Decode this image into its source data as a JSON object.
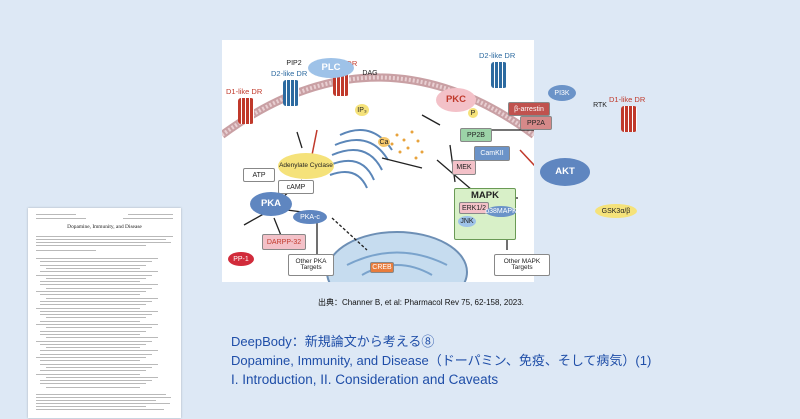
{
  "paper": {
    "title": "Dopamine, Immunity, and Disease"
  },
  "diagram": {
    "receptors": {
      "d1_left": "D1-like DR",
      "d2_left": "D2-like DR",
      "d1_top": "D1-like DR",
      "d2_right": "D2-like DR",
      "d1_right": "D1-like DR"
    },
    "nodes": {
      "pip2": "PIP2",
      "plc": "PLC",
      "dag": "DAG",
      "pkc": "PKC",
      "ip3": "IP₃",
      "pi3k": "PI3K",
      "rtk": "RTK",
      "beta_arrestin": "β-arrestin",
      "pp2a": "PP2A",
      "adenylate_cyclase": "Adenylate Cyclase",
      "atp": "ATP",
      "camp": "cAMP",
      "pp2b": "PP2B",
      "camkii": "CamKII",
      "mek": "MEK",
      "akt": "AKT",
      "pka": "PKA",
      "pka_c": "PKA-c",
      "darpp32": "DARPP-32",
      "pp1": "PP-1",
      "mapk": "MAPK",
      "erk12": "ERK1/2",
      "p38mapk": "p38MAPK",
      "jnk": "JNK",
      "gsk3": "GSK3α/β",
      "creb": "CREB",
      "other_pka": "Other PKA Targets",
      "other_mapk": "Other MAPK Targets",
      "p": "P",
      "ca": "Ca"
    }
  },
  "caption": "出典：Channer B, et al: Pharmacol Rev 75, 62-158, 2023.",
  "heading": {
    "line1": "DeepBody：新規論文から考える⑧",
    "line2": "Dopamine, Immunity, and Disease（ドーパミン、免疫、そして病気）(1)",
    "line3": "I. Introduction, II. Consideration and Caveats"
  },
  "colors": {
    "background": "#dde8f5",
    "heading": "#1f4ea8",
    "membrane": "#c9a0a4",
    "d1_receptor": "#c0392b",
    "d2_receptor": "#2c6aa0",
    "node_pink": "#f3c1c8",
    "node_blue": "#9ec2e8",
    "node_yellow": "#f5e27a",
    "node_red": "#d12b3b",
    "mapk_green": "#d8f0c8"
  }
}
